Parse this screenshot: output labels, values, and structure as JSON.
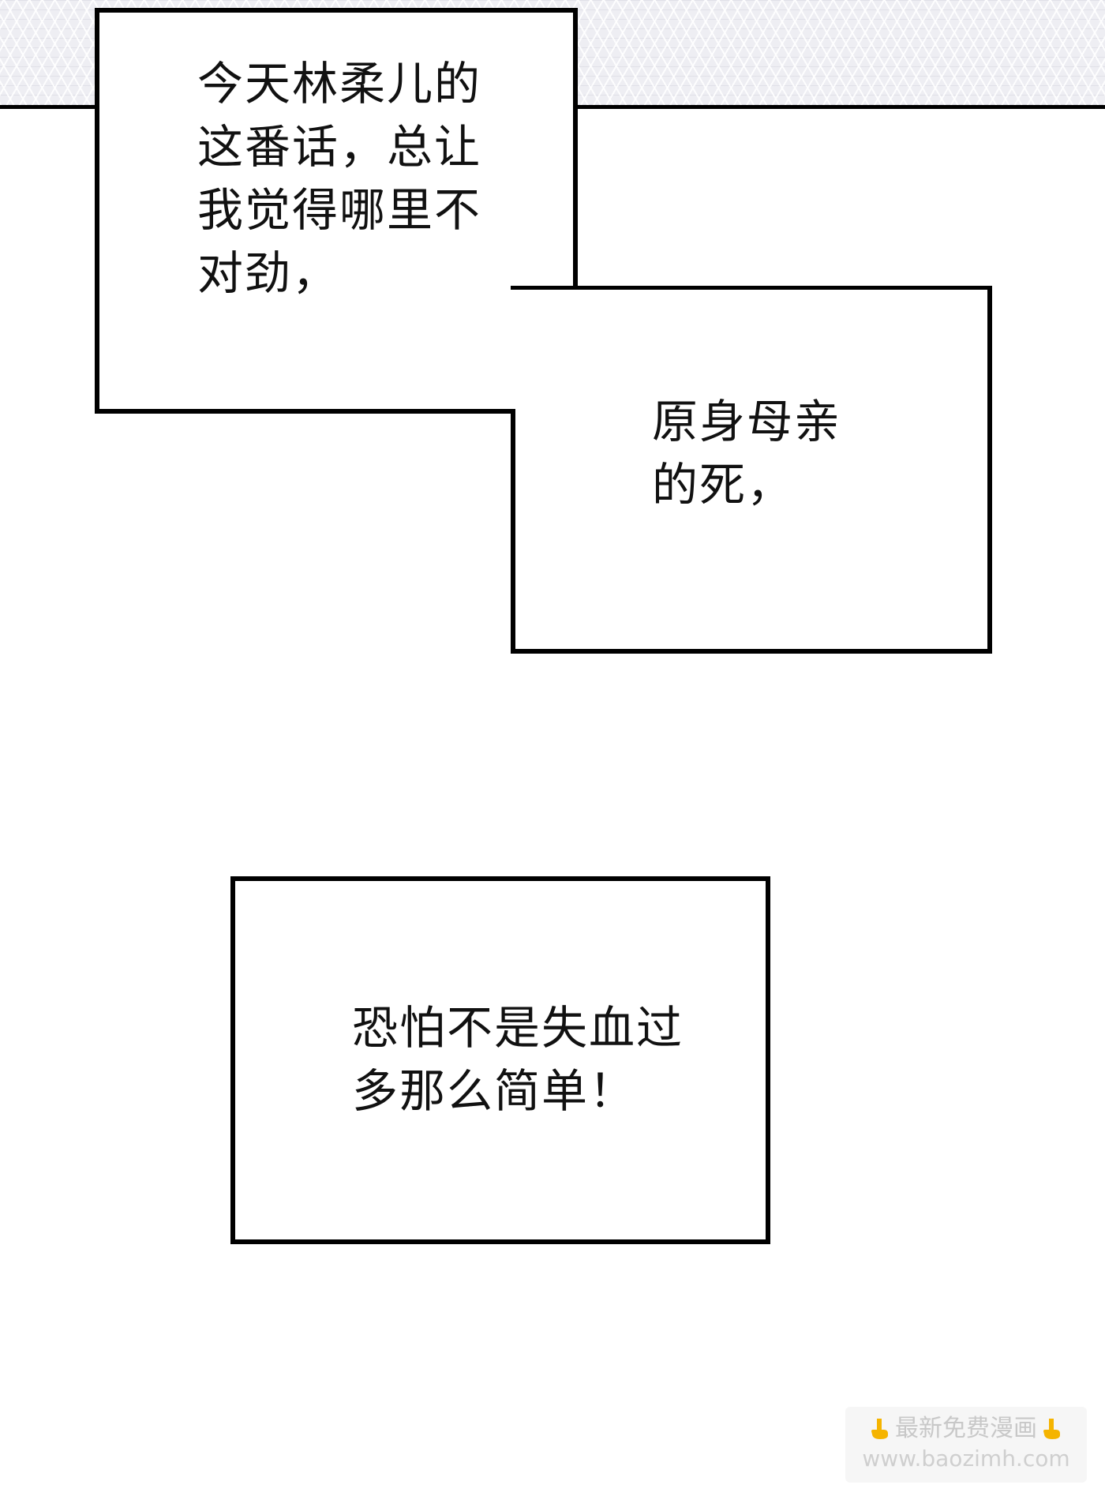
{
  "panel_top": {
    "caption_lines": [
      "今天林柔儿的",
      "这番话，总让",
      "我觉得哪里不",
      "对劲，"
    ],
    "second_caption_lines": [
      "原身母亲",
      "的死，"
    ]
  },
  "panel_bottom": {
    "caption_lines": [
      "恐怕不是失血过",
      "多那么简单！"
    ]
  },
  "watermark": {
    "title": "最新免费漫画",
    "url": "www.baozimh.com",
    "icon": "pointing-down-hand-icon",
    "icon_color": "#f5b400"
  }
}
